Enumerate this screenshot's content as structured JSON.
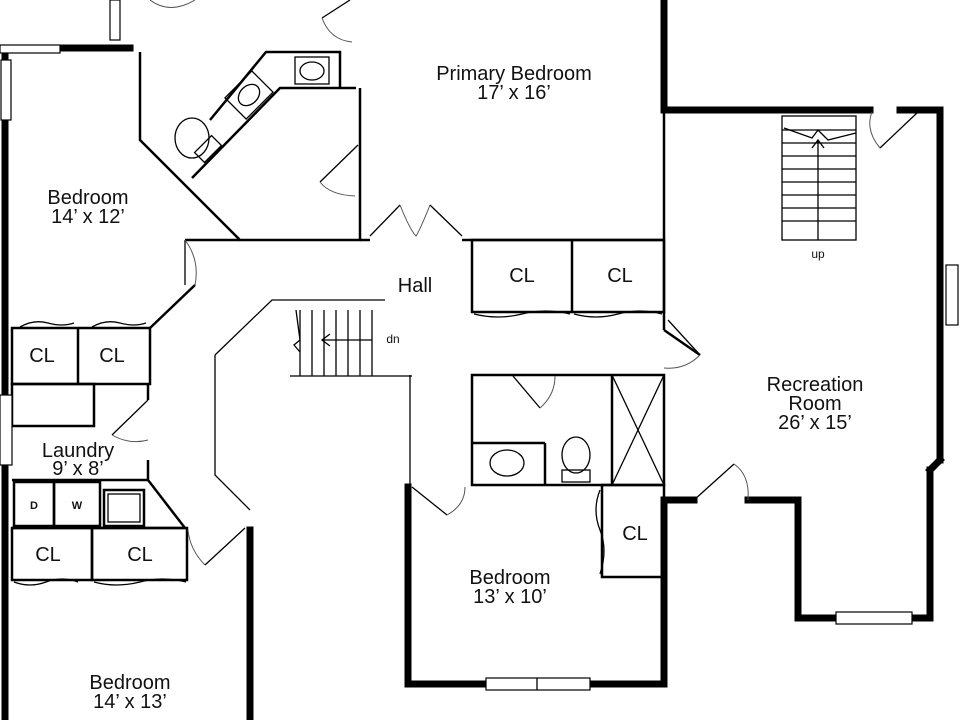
{
  "rooms": {
    "primary_bedroom": {
      "name": "Primary Bedroom",
      "dims": "17’ x 16’"
    },
    "bedroom_nw": {
      "name": "Bedroom",
      "dims": "14’ x 12’"
    },
    "hall": {
      "name": "Hall"
    },
    "recreation": {
      "name_line1": "Recreation",
      "name_line2": "Room",
      "dims": "26’ x 15’"
    },
    "laundry": {
      "name": "Laundry",
      "dims": "9’ x 8’"
    },
    "bedroom_center": {
      "name": "Bedroom",
      "dims": "13’ x 10’"
    },
    "bedroom_sw": {
      "name": "Bedroom",
      "dims": "14’ x 13’"
    }
  },
  "closet_label": "CL",
  "stairs": {
    "up_label": "up",
    "down_label": "dn"
  },
  "appliances": {
    "dryer": "D",
    "washer": "W"
  }
}
